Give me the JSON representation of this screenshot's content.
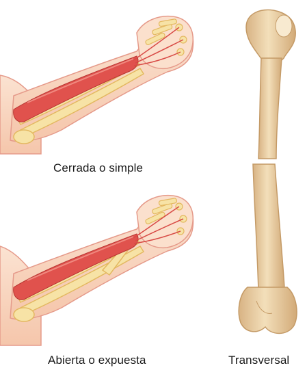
{
  "labels": {
    "closed": "Cerrada o simple",
    "open": "Abierta o expuesta",
    "transverse": "Transversal"
  },
  "colors": {
    "skin": "#f8d6bf",
    "skin_outline": "#e59a8a",
    "muscle": "#e0524d",
    "muscle_light": "#f08a80",
    "bone": "#f7e3a6",
    "bone_outline": "#e3b860",
    "femur": "#ecd3a8",
    "femur_shade": "#d8b384"
  }
}
